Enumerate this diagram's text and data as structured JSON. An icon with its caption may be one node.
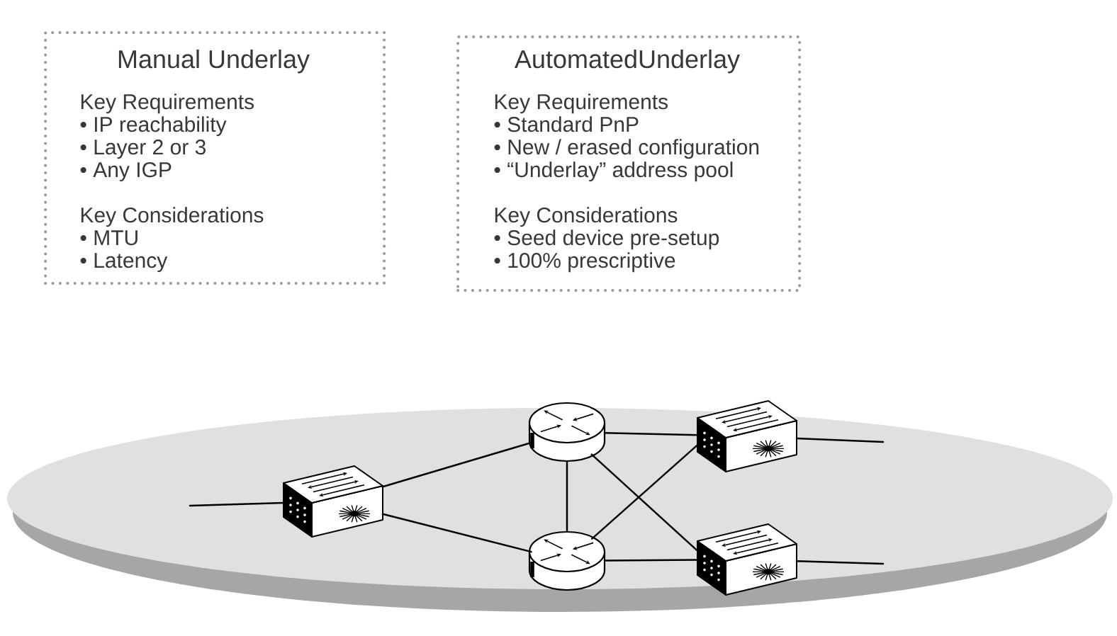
{
  "diagram": {
    "nodes": [
      {
        "text": [
          "Manual Underlay",
          "Key Requirements",
          "• IP reachability",
          "• Layer 2 or 3",
          "• Any IGP",
          "Key Considerations",
          "• MTU",
          "• Latency"
        ]
      },
      {
        "text": [
          "AutomatedUnderlay",
          "Key Requirements",
          "• Standard PnP",
          "• New / erased configuration",
          "• “Underlay” address pool",
          "Key Considerations",
          "• Seed device pre-setup",
          "• 100% prescriptive"
        ]
      },
      {
        "text": [],
        "shape": "box"
      },
      {
        "text": [],
        "shape": "cylinder"
      },
      {
        "text": [],
        "shape": "cylinder"
      },
      {
        "text": [],
        "shape": "box"
      },
      {
        "text": [],
        "shape": "box"
      }
    ],
    "edges": [
      {
        "from": null,
        "to": 2,
        "arrow": "none"
      },
      {
        "from": 2,
        "to": 3,
        "arrow": "none"
      },
      {
        "from": 2,
        "to": 4,
        "arrow": "none"
      },
      {
        "from": 3,
        "to": 4,
        "arrow": "none"
      },
      {
        "from": 3,
        "to": 5,
        "arrow": "none"
      },
      {
        "from": 3,
        "to": 6,
        "arrow": "none"
      },
      {
        "from": 4,
        "to": 5,
        "arrow": "none"
      },
      {
        "from": 4,
        "to": 6,
        "arrow": "none"
      },
      {
        "from": 5,
        "to": null,
        "arrow": "none"
      },
      {
        "from": 6,
        "to": null,
        "arrow": "none"
      }
    ]
  }
}
